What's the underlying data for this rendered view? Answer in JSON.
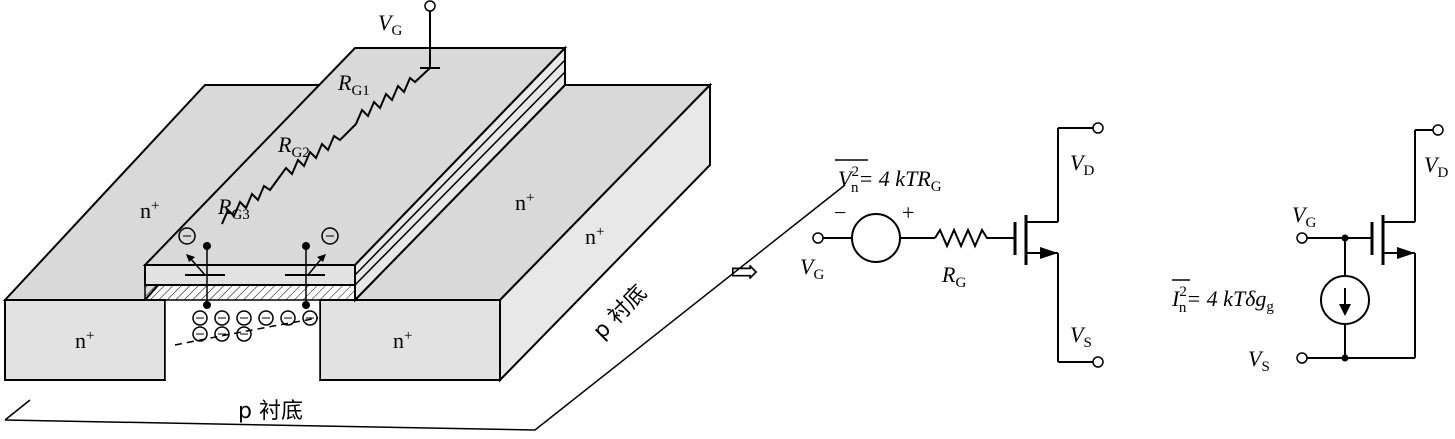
{
  "structure": {
    "vg_top": "V",
    "vg_top_sub": "G",
    "rg1": "R",
    "rg1_sub": "G1",
    "rg2": "R",
    "rg2_sub": "G2",
    "rg3": "R",
    "rg3_sub": "G3",
    "n_left_top": "n",
    "n_left_top_sup": "+",
    "n_right_top": "n",
    "n_right_top_sup": "+",
    "n_right_side": "n",
    "n_right_side_sup": "+",
    "n_left_front": "n",
    "n_left_front_sup": "+",
    "n_right_front": "n",
    "n_right_front_sup": "+",
    "substrate_front": "p 衬底",
    "substrate_side": "p 衬底"
  },
  "arrow_glyph": "⇨",
  "circuit_a": {
    "vn_eq_v": "V",
    "vn_eq_sup": "2",
    "vn_eq_sub": "n",
    "vn_eq_rest": "= 4 kTR",
    "vn_eq_rest_sub": "G",
    "minus": "−",
    "plus": "+",
    "vg": "V",
    "vg_sub": "G",
    "rg": "R",
    "rg_sub": "G",
    "vd": "V",
    "vd_sub": "D",
    "vs": "V",
    "vs_sub": "S"
  },
  "circuit_b": {
    "in_eq_i": "I",
    "in_eq_sup": "2",
    "in_eq_sub": "n",
    "in_eq_rest": "= 4 kTδg",
    "in_eq_rest_sub": "g",
    "vg": "V",
    "vg_sub": "G",
    "vd": "V",
    "vd_sub": "D",
    "vs": "V",
    "vs_sub": "S"
  }
}
